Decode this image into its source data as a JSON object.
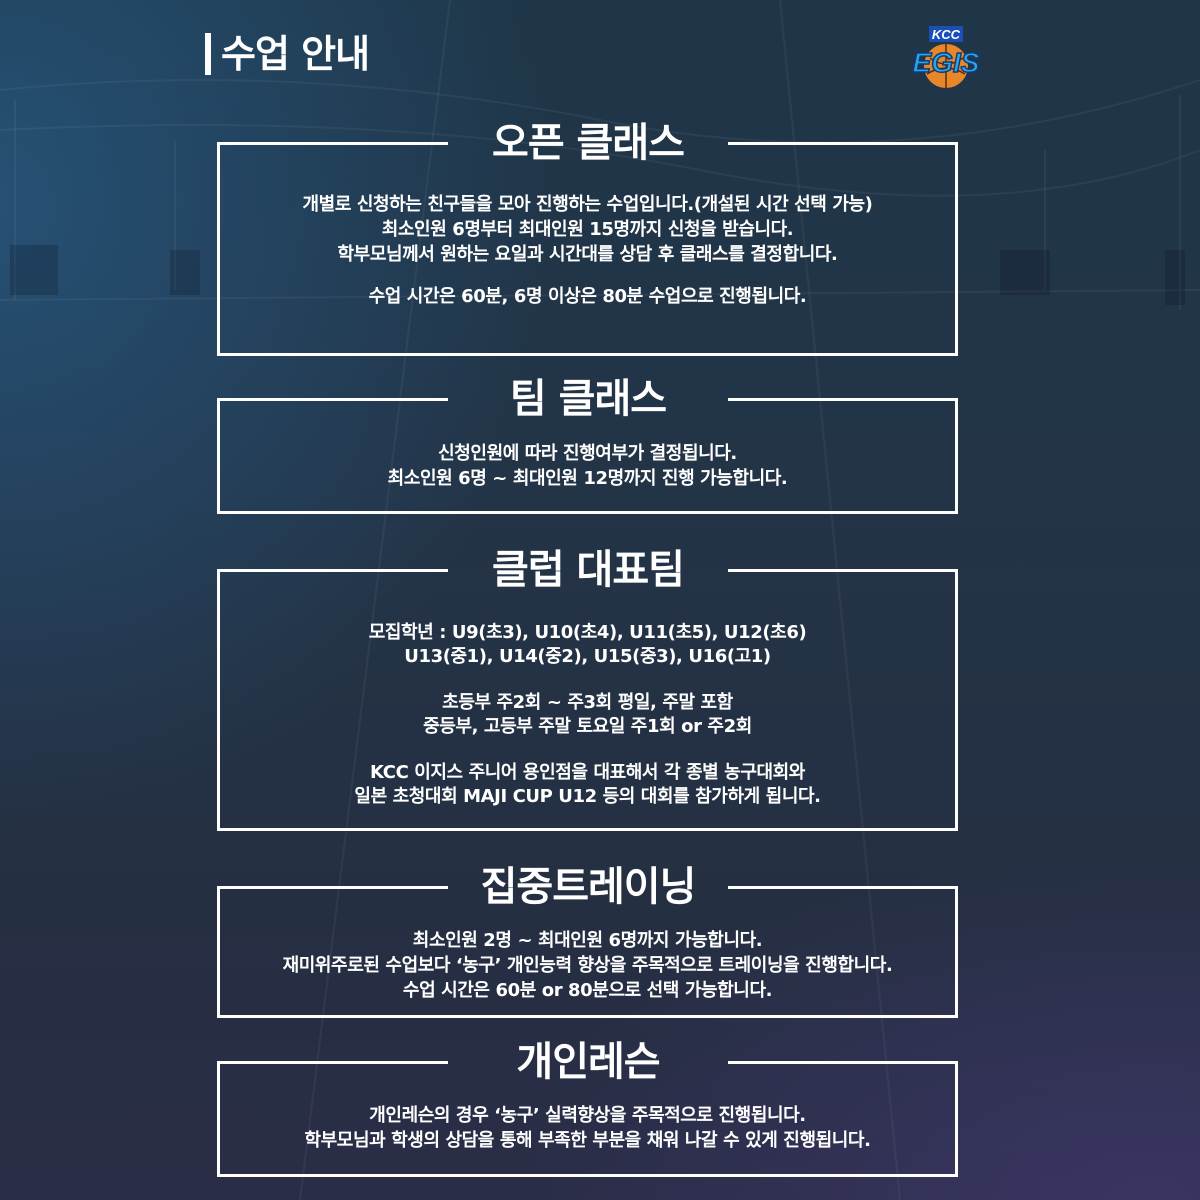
{
  "header": {
    "title": "수업 안내",
    "logo": {
      "top_text": "KCC",
      "main_text": "EGIS",
      "icon": "kcc-egis-basketball-logo"
    }
  },
  "colors": {
    "text": "#ffffff",
    "frame": "#ffffff",
    "background_top": "#1f3648",
    "background_bottom": "#2a2d47"
  },
  "sections": [
    {
      "title": "오픈 클래스",
      "paragraphs": [
        [
          "개별로 신청하는 친구들을 모아 진행하는 수업입니다.(개설된 시간 선택 가능)",
          "최소인원 6명부터 최대인원 15명까지 신청을 받습니다.",
          "학부모님께서 원하는 요일과 시간대를 상담 후 클래스를 결정합니다."
        ],
        [
          "수업 시간은 60분, 6명 이상은 80분 수업으로 진행됩니다."
        ]
      ]
    },
    {
      "title": "팀 클래스",
      "paragraphs": [
        [
          "신청인원에 따라 진행여부가 결정됩니다.",
          "최소인원 6명 ~ 최대인원 12명까지 진행 가능합니다."
        ]
      ]
    },
    {
      "title": "클럽 대표팀",
      "paragraphs": [
        [
          "모집학년 : U9(초3), U10(초4), U11(초5), U12(초6)",
          "U13(중1), U14(중2), U15(중3), U16(고1)"
        ],
        [
          "초등부 주2회 ~ 주3회 평일, 주말 포함",
          "중등부, 고등부 주말 토요일 주1회 or 주2회"
        ],
        [
          "KCC 이지스 주니어 용인점을 대표해서 각 종별 농구대회와",
          "일본 초청대회 MAJI CUP U12 등의 대회를 참가하게 됩니다."
        ]
      ]
    },
    {
      "title": "집중트레이닝",
      "paragraphs": [
        [
          "최소인원 2명 ~ 최대인원 6명까지 가능합니다.",
          "재미위주로된 수업보다 ‘농구’ 개인능력 향상을 주목적으로 트레이닝을 진행합니다.",
          "수업 시간은 60분 or  80분으로 선택 가능합니다."
        ]
      ]
    },
    {
      "title": "개인레슨",
      "paragraphs": [
        [
          "개인레슨의 경우 ‘농구’ 실력향상을 주목적으로 진행됩니다.",
          "학부모님과 학생의 상담을 통해 부족한 부분을 채워 나갈 수  있게 진행됩니다."
        ]
      ]
    }
  ]
}
